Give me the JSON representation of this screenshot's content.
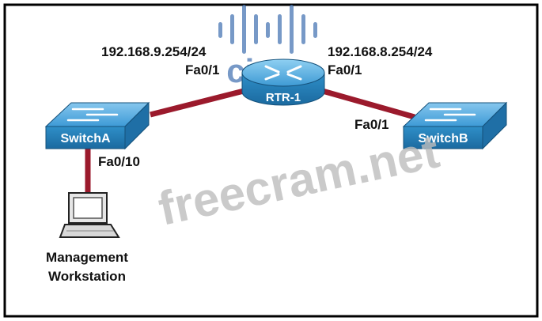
{
  "devices": {
    "router": {
      "label": "RTR-1"
    },
    "switch_a": {
      "label": "SwitchA"
    },
    "switch_b": {
      "label": "SwitchB"
    },
    "workstation": {
      "label_line1": "Management",
      "label_line2": "Workstation"
    }
  },
  "interfaces": {
    "router_left_ip": "192.168.9.254/24",
    "router_left_port": "Fa0/1",
    "router_right_ip": "192.168.8.254/24",
    "router_right_port": "Fa0/1",
    "switch_b_port": "Fa0/1",
    "switch_a_port": "Fa0/10"
  },
  "watermark": {
    "text": "freecram.net",
    "logo_letters": "cisco"
  },
  "colors": {
    "frame": "#000000",
    "link": "#9b1a2c",
    "device": "#2f8fc8",
    "device_dark": "#1b6aa0",
    "watermark": "#bdbdbd",
    "logo": "#4a78b5"
  }
}
